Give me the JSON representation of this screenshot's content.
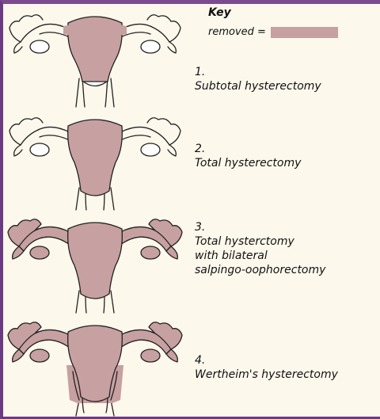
{
  "key": {
    "title": "Key",
    "removed_label": "removed ="
  },
  "colors": {
    "removed": "#c7a0a1",
    "outline": "#222222",
    "background": "#fdf8ec",
    "frame": "#6a3b83"
  },
  "procedures": [
    {
      "number": "1.",
      "name": "Subtotal hysterectomy"
    },
    {
      "number": "2.",
      "name": "Total hysterectomy"
    },
    {
      "number": "3.",
      "line1": "Total hysterctomy",
      "line2": "with bilateral",
      "line3": "salpingo-oophorectomy"
    },
    {
      "number": "4.",
      "name": "Wertheim's hysterectomy"
    }
  ]
}
